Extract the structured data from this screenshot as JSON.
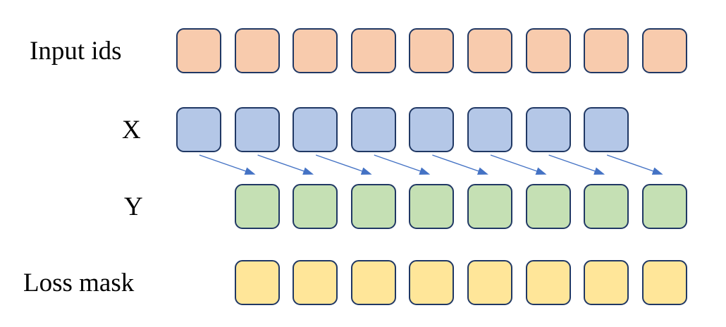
{
  "diagram": {
    "colors": {
      "background": "#FFFFFF",
      "square_border": "#203864",
      "arrow": "#4472C4",
      "label_text": "#000000"
    },
    "rows": [
      {
        "id": "input-ids",
        "label": "Input ids",
        "fill": "#F8CBAD",
        "count": 9,
        "offset": 0
      },
      {
        "id": "x",
        "label": "X",
        "fill": "#B4C7E7",
        "count": 8,
        "offset": 0
      },
      {
        "id": "y",
        "label": "Y",
        "fill": "#C5E0B4",
        "count": 8,
        "offset": 1
      },
      {
        "id": "loss-mask",
        "label": "Loss mask",
        "fill": "#FFE699",
        "count": 8,
        "offset": 1
      }
    ],
    "arrows": {
      "count": 8,
      "from_row": "x",
      "to_row": "y"
    }
  }
}
